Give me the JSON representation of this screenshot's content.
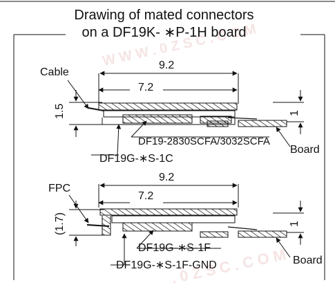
{
  "title": {
    "line1": "Drawing of mated connectors",
    "line2": "on a DF19K- ∗P-1H board"
  },
  "top_view": {
    "cable_label": "Cable",
    "dim_overall": "9.2",
    "dim_inner": "7.2",
    "dim_height": "1.5",
    "dim_board": "1",
    "part_receptacle": "DF19-2830SCFA/3032SCFA",
    "part_header": "DF19G-∗S-1C",
    "board_label": "Board"
  },
  "bottom_view": {
    "fpc_label": "FPC",
    "dim_overall": "9.2",
    "dim_inner": "7.2",
    "dim_height": "(1.7)",
    "dim_board": "1",
    "part_header": "DF19G-∗S-1F",
    "part_header_gnd": "DF19G-∗S-1F-GND",
    "board_label": "Board"
  },
  "watermark": "www.0zsc.com"
}
